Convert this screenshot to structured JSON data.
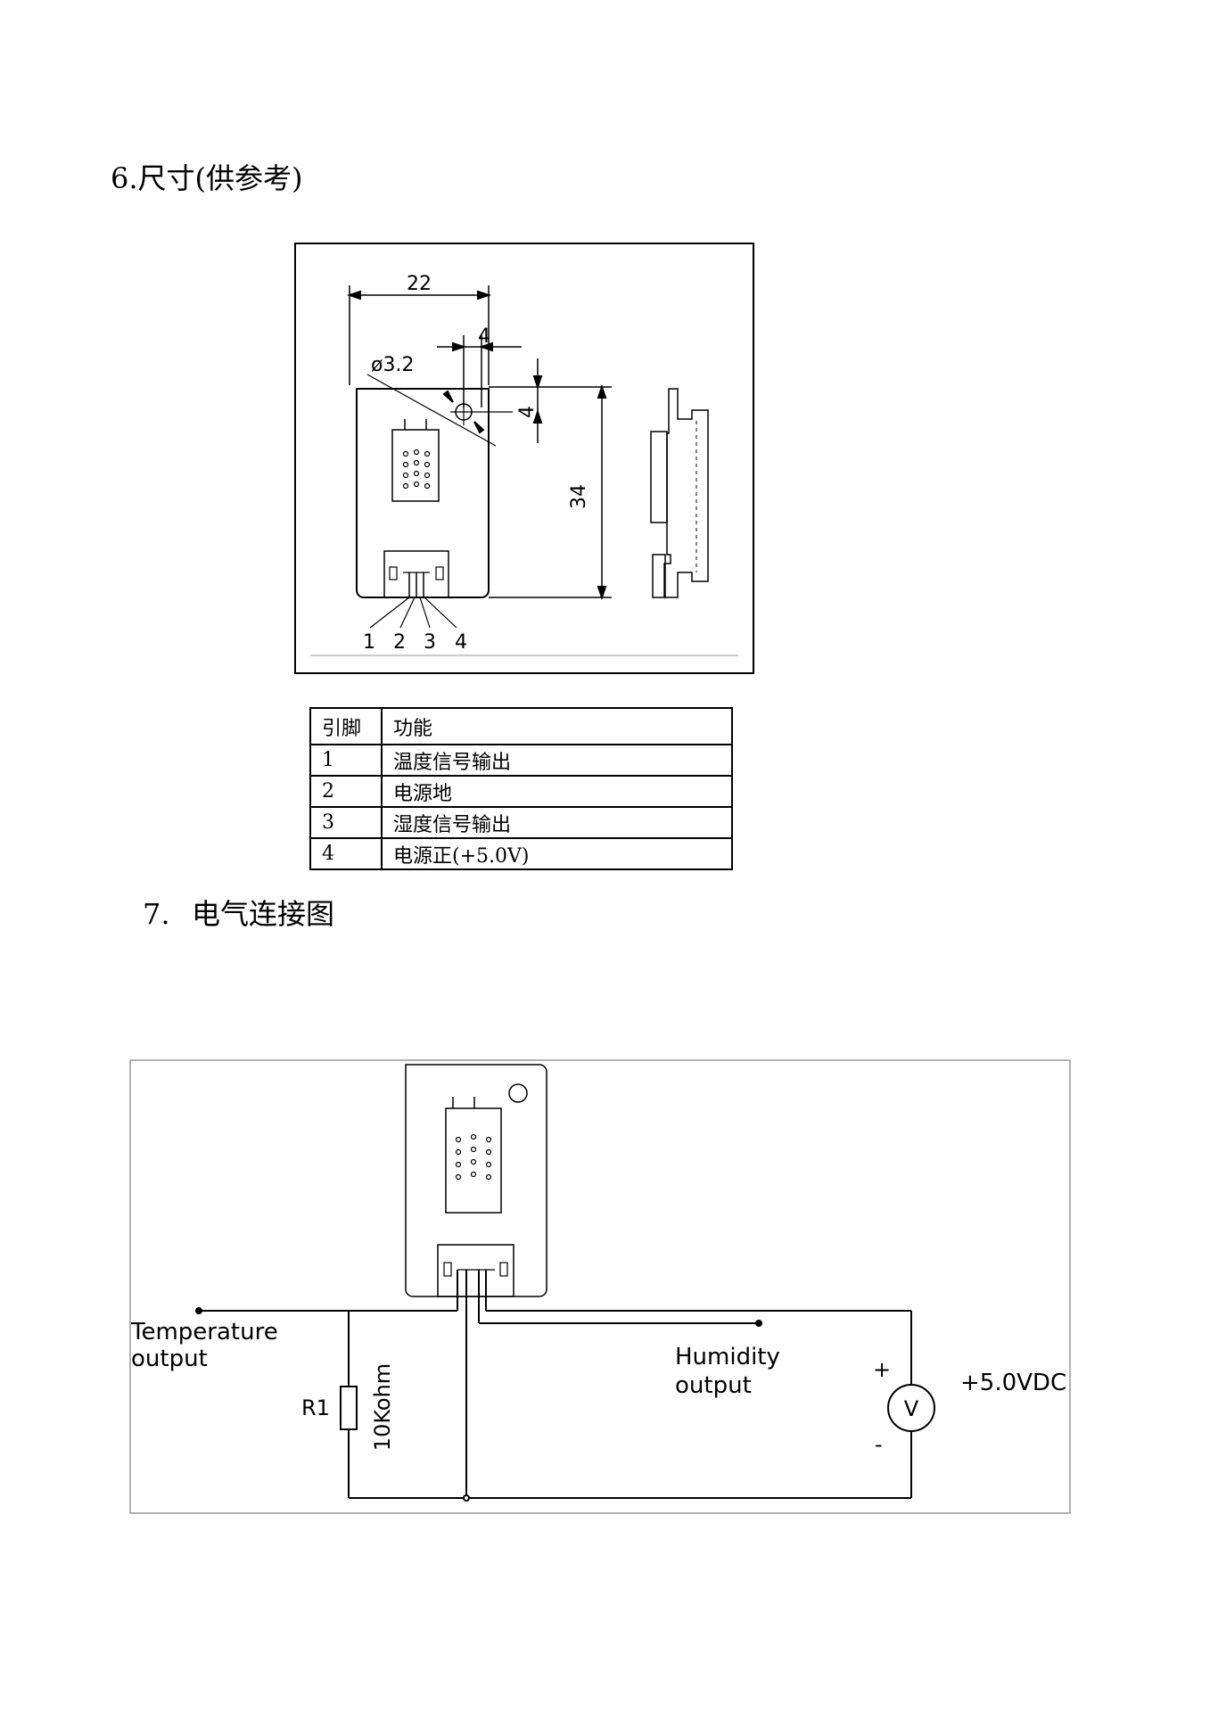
{
  "section6": {
    "number": "6.",
    "title": "尺寸(供参考)"
  },
  "dimension_drawing": {
    "width_label": "22",
    "hole_offset_x": "4",
    "hole_diameter": "ø3.2",
    "hole_offset_y": "4",
    "height_label": "34",
    "pins": [
      "1",
      "2",
      "3",
      "4"
    ]
  },
  "pin_table": {
    "headers": [
      "引脚",
      "功能"
    ],
    "rows": [
      [
        "1",
        "温度信号输出"
      ],
      [
        "2",
        "电源地"
      ],
      [
        "3",
        "湿度信号输出"
      ],
      [
        "4",
        "电源正(+5.0V)"
      ]
    ]
  },
  "section7": {
    "number": "7.",
    "title": "电气连接图"
  },
  "circuit": {
    "temp_line1": "Temperature",
    "temp_line2": "output",
    "resistor_name": "R1",
    "resistor_value": "10Kohm",
    "hum_line1": "Humidity",
    "hum_line2": "output",
    "plus": "+",
    "minus": "-",
    "voltmeter": "V",
    "supply": "+5.0VDC"
  }
}
